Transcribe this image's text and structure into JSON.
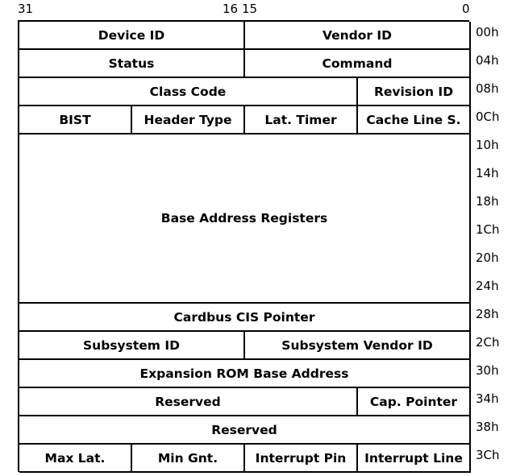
{
  "bit_labels": {
    "b31": "31",
    "b16": "16",
    "b15": "15",
    "b0": "0"
  },
  "registers": {
    "device_id": "Device ID",
    "vendor_id": "Vendor ID",
    "status": "Status",
    "command": "Command",
    "class_code": "Class Code",
    "revision_id": "Revision ID",
    "bist": "BIST",
    "header_type": "Header Type",
    "lat_timer": "Lat. Timer",
    "cache_line": "Cache Line S.",
    "bars": "Base Address Registers",
    "cardbus": "Cardbus CIS Pointer",
    "subsystem_id": "Subsystem ID",
    "subsystem_vendor_id": "Subsystem Vendor ID",
    "expansion_rom": "Expansion ROM Base Address",
    "reserved1": "Reserved",
    "cap_pointer": "Cap. Pointer",
    "reserved2": "Reserved",
    "max_lat": "Max Lat.",
    "min_gnt": "Min Gnt.",
    "interrupt_pin": "Interrupt Pin",
    "interrupt_line": "Interrupt Line"
  },
  "offsets": [
    "00h",
    "04h",
    "08h",
    "0Ch",
    "10h",
    "14h",
    "18h",
    "1Ch",
    "20h",
    "24h",
    "28h",
    "2Ch",
    "30h",
    "34h",
    "38h",
    "3Ch"
  ]
}
